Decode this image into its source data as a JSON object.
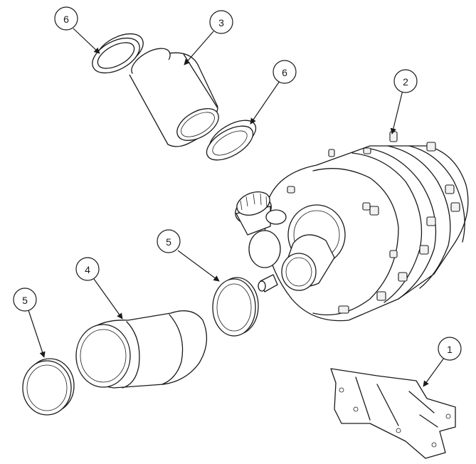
{
  "callouts": [
    {
      "id": "c6a",
      "label": "6"
    },
    {
      "id": "c3",
      "label": "3"
    },
    {
      "id": "c6b",
      "label": "6"
    },
    {
      "id": "c2",
      "label": "2"
    },
    {
      "id": "c5a",
      "label": "5"
    },
    {
      "id": "c4",
      "label": "4"
    },
    {
      "id": "c5b",
      "label": "5"
    },
    {
      "id": "c1",
      "label": "1"
    }
  ],
  "colors": {
    "line": "#1a1a1a",
    "background": "#ffffff"
  }
}
